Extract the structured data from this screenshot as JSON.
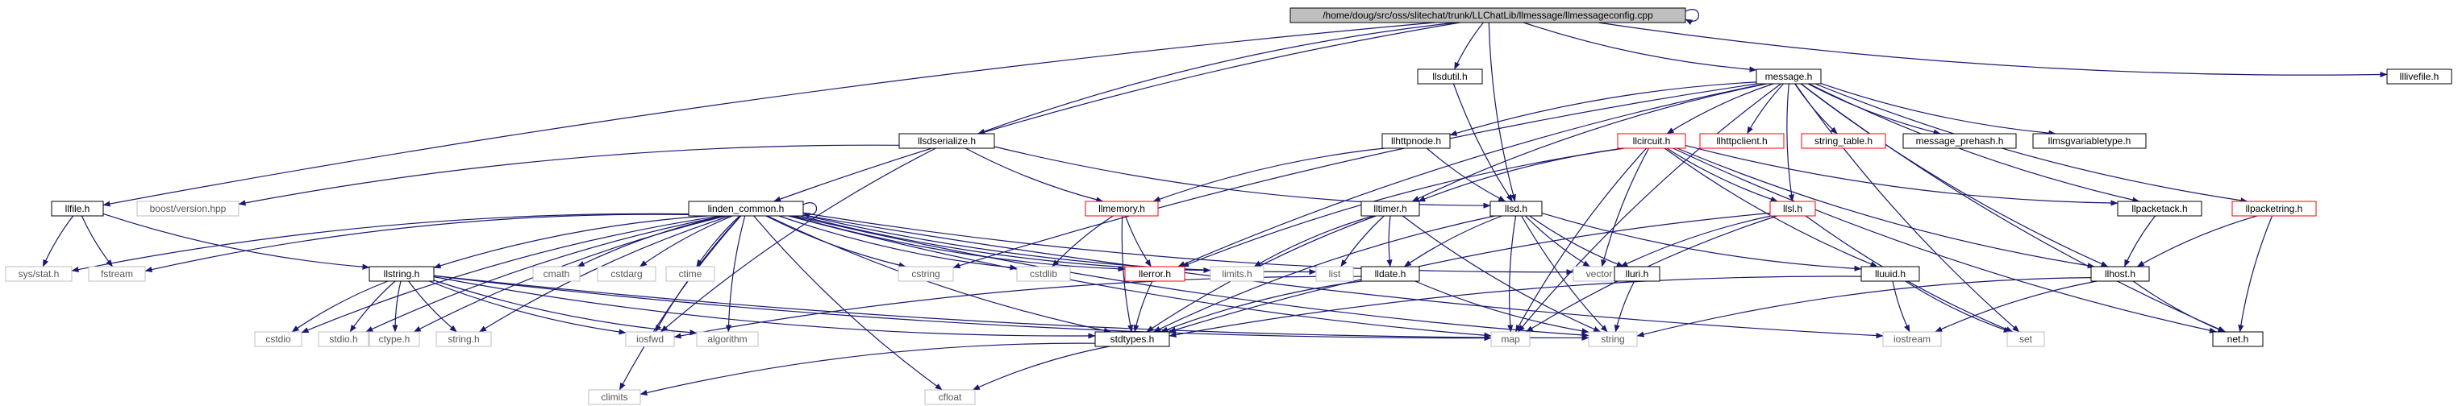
{
  "graph": {
    "root": "llmessageconfig",
    "colors": {
      "edge": "#191970",
      "root_fill": "#bfbfbf",
      "node_border": "#000000",
      "error_border": "#ff0000",
      "external_border": "#bfbfbf",
      "external_text": "#555555",
      "background": "#ffffff"
    },
    "nodes": [
      {
        "id": "llmessageconfig",
        "label": "/home/doug/src/oss/slitechat/trunk/LLChatLib/llmessage/llmessageconfig.cpp",
        "kind": "root"
      },
      {
        "id": "llsdutil",
        "label": "llsdutil.h",
        "kind": "normal"
      },
      {
        "id": "message",
        "label": "message.h",
        "kind": "normal"
      },
      {
        "id": "lllivefile",
        "label": "lllivefile.h",
        "kind": "normal"
      },
      {
        "id": "llsdserialize",
        "label": "llsdserialize.h",
        "kind": "normal"
      },
      {
        "id": "llhttpnode",
        "label": "llhttpnode.h",
        "kind": "normal"
      },
      {
        "id": "llcircuit",
        "label": "llcircuit.h",
        "kind": "error"
      },
      {
        "id": "llhttpclient",
        "label": "llhttpclient.h",
        "kind": "error"
      },
      {
        "id": "string_table",
        "label": "string_table.h",
        "kind": "error"
      },
      {
        "id": "message_prehash",
        "label": "message_prehash.h",
        "kind": "normal"
      },
      {
        "id": "llmsgvariabletype",
        "label": "llmsgvariabletype.h",
        "kind": "normal"
      },
      {
        "id": "llfile",
        "label": "llfile.h",
        "kind": "normal"
      },
      {
        "id": "boost_version",
        "label": "boost/version.hpp",
        "kind": "external"
      },
      {
        "id": "linden_common",
        "label": "linden_common.h",
        "kind": "normal"
      },
      {
        "id": "llmemory",
        "label": "llmemory.h",
        "kind": "error"
      },
      {
        "id": "lltimer",
        "label": "lltimer.h",
        "kind": "normal"
      },
      {
        "id": "llsd",
        "label": "llsd.h",
        "kind": "normal"
      },
      {
        "id": "llsl",
        "label": "llsl.h",
        "kind": "error"
      },
      {
        "id": "llpacketack",
        "label": "llpacketack.h",
        "kind": "normal"
      },
      {
        "id": "llpacketring",
        "label": "llpacketring.h",
        "kind": "error"
      },
      {
        "id": "sys_stat",
        "label": "sys/stat.h",
        "kind": "external"
      },
      {
        "id": "fstream",
        "label": "fstream",
        "kind": "external"
      },
      {
        "id": "llstring",
        "label": "llstring.h",
        "kind": "normal"
      },
      {
        "id": "cmath",
        "label": "cmath",
        "kind": "external"
      },
      {
        "id": "cstdarg",
        "label": "cstdarg",
        "kind": "external"
      },
      {
        "id": "ctime",
        "label": "ctime",
        "kind": "external"
      },
      {
        "id": "cstring",
        "label": "cstring",
        "kind": "external"
      },
      {
        "id": "cstdlib",
        "label": "cstdlib",
        "kind": "external"
      },
      {
        "id": "llerror",
        "label": "llerror.h",
        "kind": "error"
      },
      {
        "id": "limits_h",
        "label": "limits.h",
        "kind": "external"
      },
      {
        "id": "list",
        "label": "list",
        "kind": "external"
      },
      {
        "id": "lldate",
        "label": "lldate.h",
        "kind": "normal"
      },
      {
        "id": "vector",
        "label": "vector",
        "kind": "external"
      },
      {
        "id": "lluri",
        "label": "lluri.h",
        "kind": "normal"
      },
      {
        "id": "lluuid",
        "label": "lluuid.h",
        "kind": "normal"
      },
      {
        "id": "llhost",
        "label": "llhost.h",
        "kind": "normal"
      },
      {
        "id": "cstdio",
        "label": "cstdio",
        "kind": "external"
      },
      {
        "id": "stdio_h",
        "label": "stdio.h",
        "kind": "external"
      },
      {
        "id": "ctype_h",
        "label": "ctype.h",
        "kind": "external"
      },
      {
        "id": "string_h",
        "label": "string.h",
        "kind": "external"
      },
      {
        "id": "iosfwd",
        "label": "iosfwd",
        "kind": "external"
      },
      {
        "id": "algorithm",
        "label": "algorithm",
        "kind": "external"
      },
      {
        "id": "stdtypes",
        "label": "stdtypes.h",
        "kind": "normal"
      },
      {
        "id": "map",
        "label": "map",
        "kind": "external"
      },
      {
        "id": "string",
        "label": "string",
        "kind": "external"
      },
      {
        "id": "iostream",
        "label": "iostream",
        "kind": "external"
      },
      {
        "id": "set",
        "label": "set",
        "kind": "external"
      },
      {
        "id": "net_h",
        "label": "net.h",
        "kind": "normal"
      },
      {
        "id": "climits",
        "label": "climits",
        "kind": "external"
      },
      {
        "id": "cfloat",
        "label": "cfloat",
        "kind": "external"
      }
    ],
    "edges": [
      [
        "llmessageconfig",
        "llmessageconfig"
      ],
      [
        "llmessageconfig",
        "llsdutil"
      ],
      [
        "llmessageconfig",
        "message"
      ],
      [
        "llmessageconfig",
        "lllivefile"
      ],
      [
        "llmessageconfig",
        "llsdserialize"
      ],
      [
        "llmessageconfig",
        "llfile"
      ],
      [
        "llmessageconfig",
        "linden_common"
      ],
      [
        "llmessageconfig",
        "llsd"
      ],
      [
        "llsdutil",
        "llsd"
      ],
      [
        "message",
        "llhttpnode"
      ],
      [
        "message",
        "llcircuit"
      ],
      [
        "message",
        "llhttpclient"
      ],
      [
        "message",
        "string_table"
      ],
      [
        "message",
        "message_prehash"
      ],
      [
        "message",
        "llmsgvariabletype"
      ],
      [
        "message",
        "llpacketack"
      ],
      [
        "message",
        "llpacketring"
      ],
      [
        "message",
        "lltimer"
      ],
      [
        "message",
        "llerror"
      ],
      [
        "message",
        "cstring"
      ],
      [
        "message",
        "llsl"
      ],
      [
        "message",
        "llhost"
      ],
      [
        "message",
        "net_h"
      ],
      [
        "message",
        "set"
      ],
      [
        "message",
        "map"
      ],
      [
        "llsdserialize",
        "boost_version"
      ],
      [
        "llsdserialize",
        "llmemory"
      ],
      [
        "llsdserialize",
        "llsd"
      ],
      [
        "llsdserialize",
        "iosfwd"
      ],
      [
        "llhttpnode",
        "llmemory"
      ],
      [
        "llhttpnode",
        "llsd"
      ],
      [
        "llcircuit",
        "lltimer"
      ],
      [
        "llcircuit",
        "llerror"
      ],
      [
        "llcircuit",
        "vector"
      ],
      [
        "llcircuit",
        "llpacketack"
      ],
      [
        "llcircuit",
        "map"
      ],
      [
        "llcircuit",
        "llhost"
      ],
      [
        "llcircuit",
        "lluuid"
      ],
      [
        "llcircuit",
        "net_h"
      ],
      [
        "llcircuit",
        "llsl"
      ],
      [
        "llfile",
        "sys_stat"
      ],
      [
        "llfile",
        "fstream"
      ],
      [
        "llfile",
        "llstring"
      ],
      [
        "linden_common",
        "linden_common"
      ],
      [
        "linden_common",
        "sys_stat"
      ],
      [
        "linden_common",
        "fstream"
      ],
      [
        "linden_common",
        "llstring"
      ],
      [
        "linden_common",
        "cmath"
      ],
      [
        "linden_common",
        "cstdarg"
      ],
      [
        "linden_common",
        "ctime"
      ],
      [
        "linden_common",
        "cstring"
      ],
      [
        "linden_common",
        "cstdlib"
      ],
      [
        "linden_common",
        "llerror"
      ],
      [
        "linden_common",
        "limits_h"
      ],
      [
        "linden_common",
        "list"
      ],
      [
        "linden_common",
        "vector"
      ],
      [
        "linden_common",
        "cstdio"
      ],
      [
        "linden_common",
        "stdio_h"
      ],
      [
        "linden_common",
        "ctype_h"
      ],
      [
        "linden_common",
        "string_h"
      ],
      [
        "linden_common",
        "iosfwd"
      ],
      [
        "linden_common",
        "algorithm"
      ],
      [
        "linden_common",
        "stdtypes"
      ],
      [
        "linden_common",
        "map"
      ],
      [
        "linden_common",
        "string"
      ],
      [
        "linden_common",
        "climits"
      ],
      [
        "linden_common",
        "cfloat"
      ],
      [
        "linden_common",
        "iostream"
      ],
      [
        "llmemory",
        "cstdlib"
      ],
      [
        "llmemory",
        "llerror"
      ],
      [
        "llmemory",
        "stdtypes"
      ],
      [
        "lltimer",
        "list"
      ],
      [
        "lltimer",
        "lldate"
      ],
      [
        "lltimer",
        "limits_h"
      ],
      [
        "lltimer",
        "stdtypes"
      ],
      [
        "lltimer",
        "string"
      ],
      [
        "llsd",
        "map"
      ],
      [
        "llsd",
        "string"
      ],
      [
        "llsd",
        "lldate"
      ],
      [
        "llsd",
        "lluri"
      ],
      [
        "llsd",
        "lluuid"
      ],
      [
        "llsd",
        "stdtypes"
      ],
      [
        "llsd",
        "vector"
      ],
      [
        "llsl",
        "vector"
      ],
      [
        "llsl",
        "map"
      ],
      [
        "llsl",
        "set"
      ],
      [
        "llsl",
        "stdtypes"
      ],
      [
        "llpacketack",
        "llhost"
      ],
      [
        "llpacketring",
        "llhost"
      ],
      [
        "llpacketring",
        "net_h"
      ],
      [
        "llstring",
        "cstdio"
      ],
      [
        "llstring",
        "stdio_h"
      ],
      [
        "llstring",
        "ctype_h"
      ],
      [
        "llstring",
        "string_h"
      ],
      [
        "llstring",
        "algorithm"
      ],
      [
        "llstring",
        "map"
      ],
      [
        "llstring",
        "stdtypes"
      ],
      [
        "llstring",
        "string"
      ],
      [
        "llstring",
        "iosfwd"
      ],
      [
        "llerror",
        "stdtypes"
      ],
      [
        "lldate",
        "iosfwd"
      ],
      [
        "lldate",
        "string"
      ],
      [
        "lldate",
        "stdtypes"
      ],
      [
        "lluri",
        "string"
      ],
      [
        "lluuid",
        "iostream"
      ],
      [
        "lluuid",
        "set"
      ],
      [
        "lluuid",
        "stdtypes"
      ],
      [
        "llhost",
        "iostream"
      ],
      [
        "llhost",
        "string"
      ],
      [
        "llhost",
        "net_h"
      ],
      [
        "stdtypes",
        "climits"
      ],
      [
        "stdtypes",
        "cfloat"
      ]
    ]
  }
}
